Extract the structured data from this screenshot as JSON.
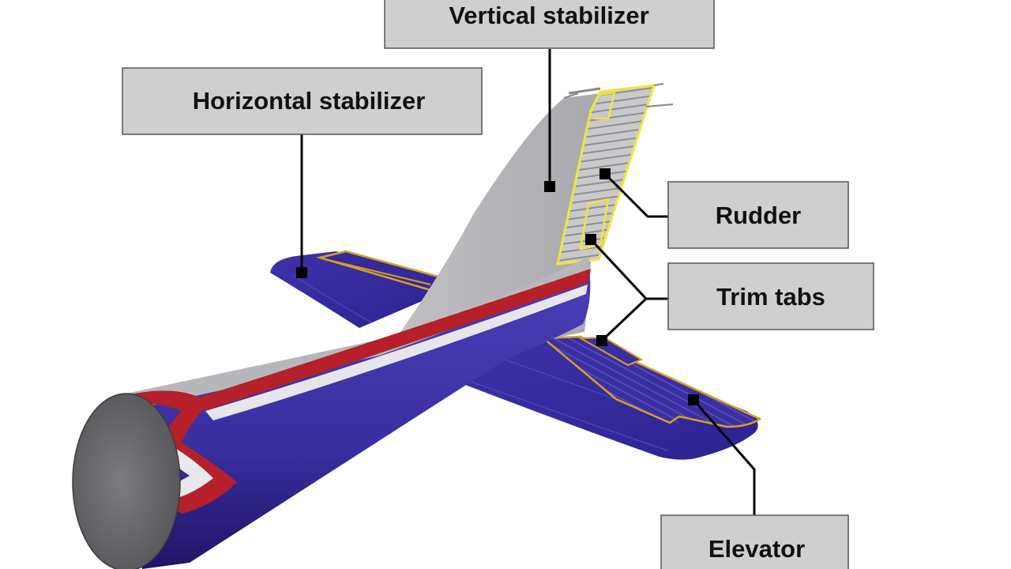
{
  "labels": {
    "vertical_stabilizer": "Vertical stabilizer",
    "horizontal_stabilizer": "Horizontal stabilizer",
    "rudder": "Rudder",
    "trim_tabs": "Trim tabs",
    "elevator": "Elevator"
  },
  "colors": {
    "fuselage_blue": "#3a2fa0",
    "fuselage_dark": "#241a78",
    "stripe_red": "#b5202a",
    "stripe_white": "#e8e8ee",
    "tail_gray": "#b9b9bc",
    "cap_gray": "#6f6f72",
    "outline_yellow": "#f0e63a",
    "outline_orange": "#d8a020",
    "label_fill": "#cfcfcf"
  }
}
